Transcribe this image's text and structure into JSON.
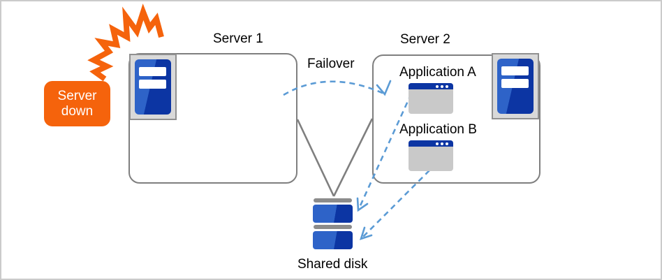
{
  "colors": {
    "orange": "#F5630C",
    "blue_dark": "#0C35A3",
    "blue_light": "#2E63C8",
    "arrow_blue": "#5B9BD5",
    "line_gray": "#7F7F7F",
    "icon_frame_bg": "#D9D9D9",
    "icon_frame_border": "#909090",
    "window_body": "#C9C9C9",
    "disk_cap": "#8C8C8C",
    "canvas_border": "#CBCBCB",
    "text": "#000000"
  },
  "nodes": {
    "server1": {
      "label": "Server 1",
      "icon": "server-icon",
      "status": "down"
    },
    "server2": {
      "label": "Server 2",
      "icon": "server-icon",
      "status": "active"
    },
    "alert": {
      "line1": "Server",
      "line2": "down",
      "icon": "crash-burst-icon"
    },
    "application_a": {
      "label": "Application A",
      "icon": "app-window-icon"
    },
    "application_b": {
      "label": "Application B",
      "icon": "app-window-icon"
    },
    "shared_disk": {
      "label": "Shared disk",
      "icon": "disk-stack-icon"
    }
  },
  "connections": {
    "failover": {
      "label": "Failover",
      "from": "Server 1",
      "to": "Server 2",
      "style": "dashed-arc-arrow"
    },
    "server1_to_disk": {
      "style": "solid-line"
    },
    "server2_to_disk": {
      "style": "solid-line"
    },
    "app_a_to_disk": {
      "style": "dashed-arrow"
    },
    "app_b_to_disk": {
      "style": "dashed-arrow"
    }
  }
}
